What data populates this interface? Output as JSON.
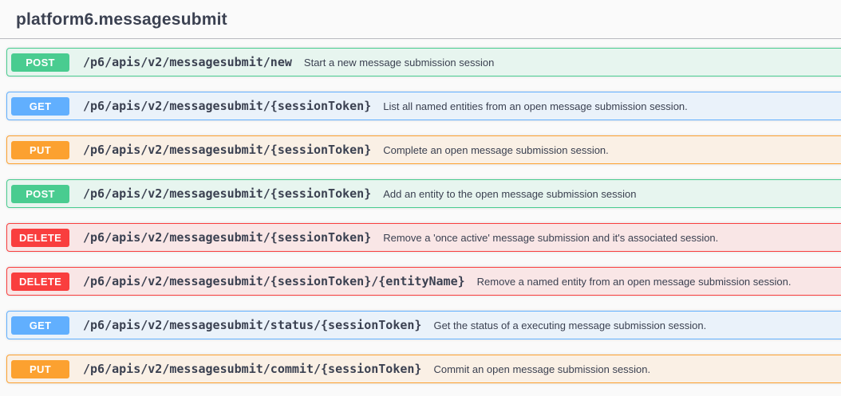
{
  "header": {
    "title": "platform6.messagesubmit"
  },
  "colors": {
    "post": "#49cc90",
    "get": "#61affe",
    "put": "#fca130",
    "delete": "#f93e3e",
    "title_text": "#3b4151",
    "page_background": "#fafafa"
  },
  "endpoints": [
    {
      "method": "POST",
      "path": "/p6/apis/v2/messagesubmit/new",
      "description": "Start a new message submission session"
    },
    {
      "method": "GET",
      "path": "/p6/apis/v2/messagesubmit/{sessionToken}",
      "description": "List all named entities from an open message submission session."
    },
    {
      "method": "PUT",
      "path": "/p6/apis/v2/messagesubmit/{sessionToken}",
      "description": "Complete an open message submission session."
    },
    {
      "method": "POST",
      "path": "/p6/apis/v2/messagesubmit/{sessionToken}",
      "description": "Add an entity to the open message submission session"
    },
    {
      "method": "DELETE",
      "path": "/p6/apis/v2/messagesubmit/{sessionToken}",
      "description": "Remove a 'once active' message submission and it's associated session."
    },
    {
      "method": "DELETE",
      "path": "/p6/apis/v2/messagesubmit/{sessionToken}/{entityName}",
      "description": "Remove a named entity from an open message submission session."
    },
    {
      "method": "GET",
      "path": "/p6/apis/v2/messagesubmit/status/{sessionToken}",
      "description": "Get the status of a executing message submission session."
    },
    {
      "method": "PUT",
      "path": "/p6/apis/v2/messagesubmit/commit/{sessionToken}",
      "description": "Commit an open message submission session."
    }
  ]
}
